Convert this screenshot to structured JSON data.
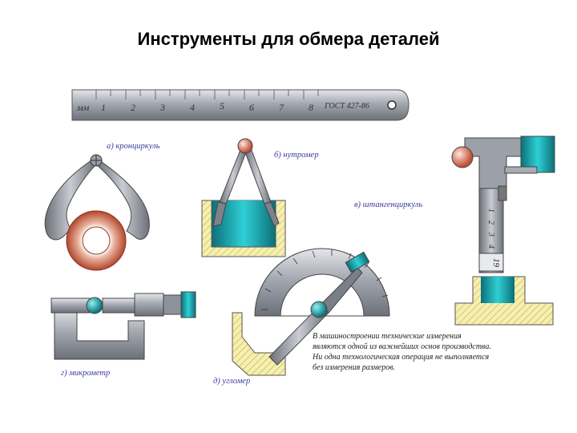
{
  "title": "Инструменты для обмера деталей",
  "ruler": {
    "unit": "мм",
    "ticks": [
      "1",
      "2",
      "3",
      "4",
      "5",
      "6",
      "7",
      "8"
    ],
    "standard": "ГОСТ 427-86"
  },
  "labels": {
    "a": "а) кронциркуль",
    "b": "б) нутромер",
    "v": "в) штангенциркуль",
    "g": "г) микрометр",
    "d": "д) угломер"
  },
  "caliper_scale": [
    "1",
    "2",
    "3",
    "4"
  ],
  "caliper_reading": "19",
  "note": [
    "В машиностроении технические измерения",
    "являются одной из важнейших основ производства.",
    "Ни одна технологическая операция не выполняется",
    "без измерения размеров."
  ],
  "colors": {
    "metal": "#8c9099",
    "metal_light": "#c7cbd2",
    "teal": "#1fb8c0",
    "copper": "#c8644a",
    "hatch": "#f5efb0",
    "label": "#3a3aa0"
  }
}
